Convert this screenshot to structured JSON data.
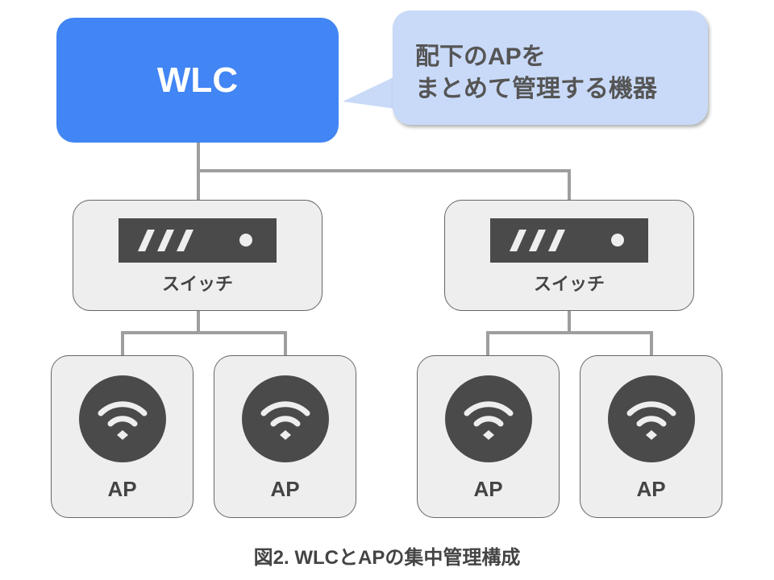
{
  "wlc": {
    "label": "WLC"
  },
  "callout": {
    "line1": "配下のAPを",
    "line2": "まとめて管理する機器"
  },
  "switches": [
    {
      "label": "スイッチ"
    },
    {
      "label": "スイッチ"
    }
  ],
  "aps": [
    {
      "label": "AP"
    },
    {
      "label": "AP"
    },
    {
      "label": "AP"
    },
    {
      "label": "AP"
    }
  ],
  "caption": "図2. WLCとAPの集中管理構成",
  "colors": {
    "wlc": "#4285f4",
    "callout": "#c9daf8",
    "device": "#eeeeee",
    "icon": "#4a4a4a",
    "line": "#9e9e9e"
  }
}
